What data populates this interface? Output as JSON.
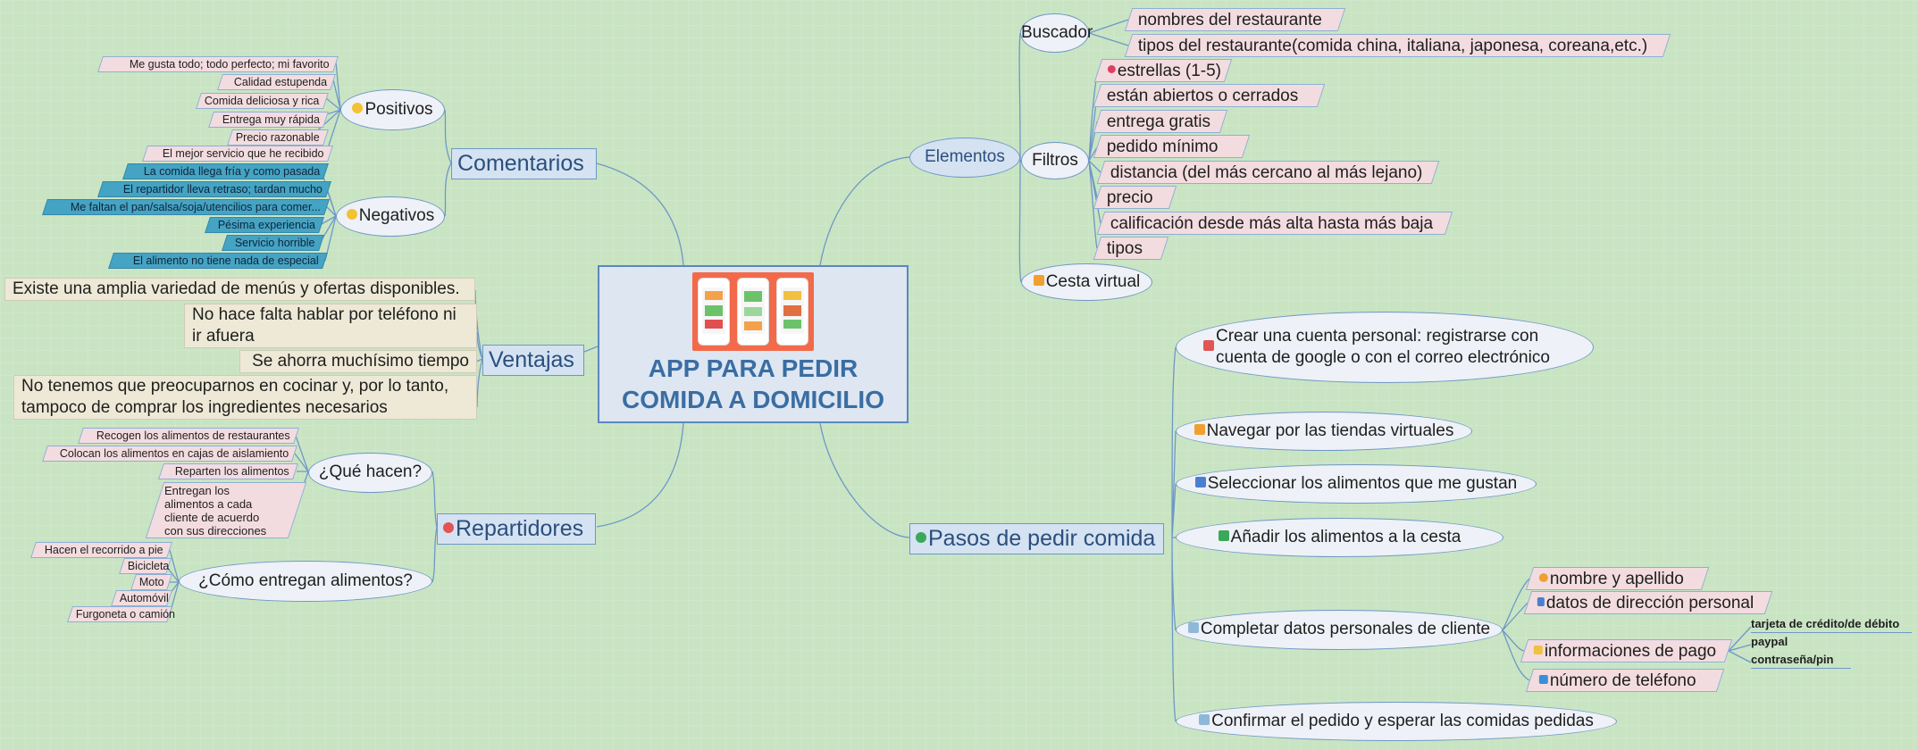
{
  "center": {
    "title": "APP PARA PEDIR COMIDA A DOMICILIO",
    "image": "food-delivery-app-phones"
  },
  "comentarios": {
    "label": "Comentarios",
    "positivos": {
      "label": "Positivos",
      "items": [
        "Me gusta todo; todo perfecto; mi favorito",
        "Calidad estupenda",
        "Comida deliciosa y rica",
        "Entrega muy rápida",
        "Precio razonable",
        "El mejor servicio que he recibido"
      ]
    },
    "negativos": {
      "label": "Negativos",
      "items": [
        "La comida llega fría y como pasada",
        "El repartidor lleva retraso; tardan mucho",
        "Me faltan el pan/salsa/soja/utencilios para comer...",
        "Pésima experiencia",
        "Servicio horrible",
        "El alimento no tiene nada de especial"
      ]
    }
  },
  "ventajas": {
    "label": "Ventajas",
    "items": [
      "Existe una amplia variedad de menús y ofertas disponibles.",
      "No hace falta hablar por teléfono ni ir afuera",
      "Se ahorra muchísimo tiempo",
      "No tenemos que preocuparnos en cocinar y, por lo tanto, tampoco de comprar los ingredientes necesarios"
    ]
  },
  "repartidores": {
    "label": "Repartidores",
    "que_hacen": {
      "label": "¿Qué hacen?",
      "items": [
        "Recogen los alimentos de restaurantes",
        "Colocan los alimentos en cajas de aislamiento",
        "Reparten los alimentos",
        "Entregan los alimentos a cada cliente de acuerdo con sus direcciones"
      ]
    },
    "como": {
      "label": "¿Cómo entregan alimentos?",
      "items": [
        "Hacen el recorrido a pie",
        "Bicicleta",
        "Moto",
        "Automóvil",
        "Furgoneta o camión"
      ]
    }
  },
  "elementos": {
    "label": "Elementos",
    "buscador": {
      "label": "Buscador",
      "items": [
        "nombres del restaurante",
        "tipos del restaurante(comida china, italiana, japonesa, coreana,etc.)"
      ]
    },
    "filtros": {
      "label": "Filtros",
      "items": [
        "estrellas (1-5)",
        "están abiertos o cerrados",
        "entrega gratis",
        "pedido mínimo",
        "distancia (del más cercano al más lejano)",
        "precio",
        "calificación desde más alta hasta más baja",
        "tipos"
      ]
    },
    "cesta": {
      "label": "Cesta virtual"
    }
  },
  "pasos": {
    "label": "Pasos de pedir comida",
    "steps": [
      "Crear una cuenta personal: registrarse con cuenta de google o con el correo  electrónico",
      "Navegar por las tiendas virtuales",
      "Seleccionar los alimentos que me gustan",
      "Añadir los alimentos a la cesta",
      "Completar datos personales de cliente",
      "Confirmar el pedido y esperar las comidas pedidas"
    ],
    "datos": [
      "nombre y apellido",
      "datos de dirección personal",
      "informaciones de pago",
      "número de teléfono"
    ],
    "pago": [
      "tarjeta de crédito/de débito",
      "paypal",
      "contraseña/pin"
    ]
  },
  "icons": {
    "positivos": "smile-icon",
    "negativos": "frown-icon",
    "estrellas": "star-icon",
    "cesta": "cart-icon",
    "repartidores": "person-icon",
    "pasos": "check-icon",
    "steps": [
      "number-1-icon",
      "number-2-icon",
      "number-3-icon",
      "number-4-icon",
      "number-5-icon",
      "number-6-icon"
    ],
    "datos": [
      "person-icon",
      "flag-icon",
      "payment-icon",
      "phone-icon"
    ]
  },
  "colors": {
    "background": "#c9e4c3",
    "line": "#6e98c6",
    "topic": "#d4e2f2",
    "title": "#3a6da3",
    "pink": "#f3dcdf",
    "teal": "#45a3c4",
    "beige": "#ede9d6",
    "oval": "#eef1f7"
  }
}
